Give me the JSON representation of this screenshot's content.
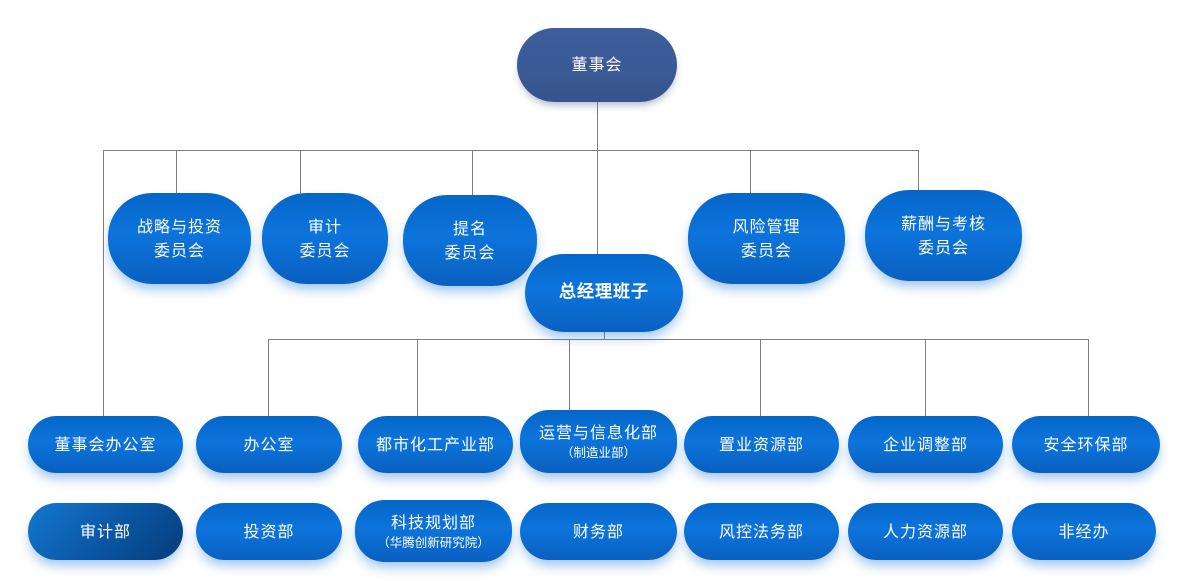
{
  "org": {
    "board": {
      "label": "董事会"
    },
    "committees": [
      {
        "line1": "战略与投资",
        "line2": "委员会"
      },
      {
        "line1": "审计",
        "line2": "委员会"
      },
      {
        "line1": "提名",
        "line2": "委员会"
      },
      {
        "line1": "风险管理",
        "line2": "委员会"
      },
      {
        "line1": "薪酬与考核",
        "line2": "委员会"
      }
    ],
    "gm": {
      "label": "总经理班子"
    },
    "row1": [
      {
        "label": "董事会办公室"
      },
      {
        "label": "办公室"
      },
      {
        "label": "都市化工产业部"
      },
      {
        "label": "运营与信息化部",
        "sublabel": "（制造业部）"
      },
      {
        "label": "置业资源部"
      },
      {
        "label": "企业调整部"
      },
      {
        "label": "安全环保部"
      }
    ],
    "row2": [
      {
        "label": "审计部"
      },
      {
        "label": "投资部"
      },
      {
        "label": "科技规划部",
        "sublabel": "（华腾创新研究院）"
      },
      {
        "label": "财务部"
      },
      {
        "label": "风控法务部"
      },
      {
        "label": "人力资源部"
      },
      {
        "label": "非经办"
      }
    ],
    "colors": {
      "board_fill": "#3a5a96",
      "node_fill": "#0b6fd6",
      "node_dark_fill": "#0a55a0",
      "connector": "#7f7f7f",
      "text": "#ffffff"
    }
  }
}
